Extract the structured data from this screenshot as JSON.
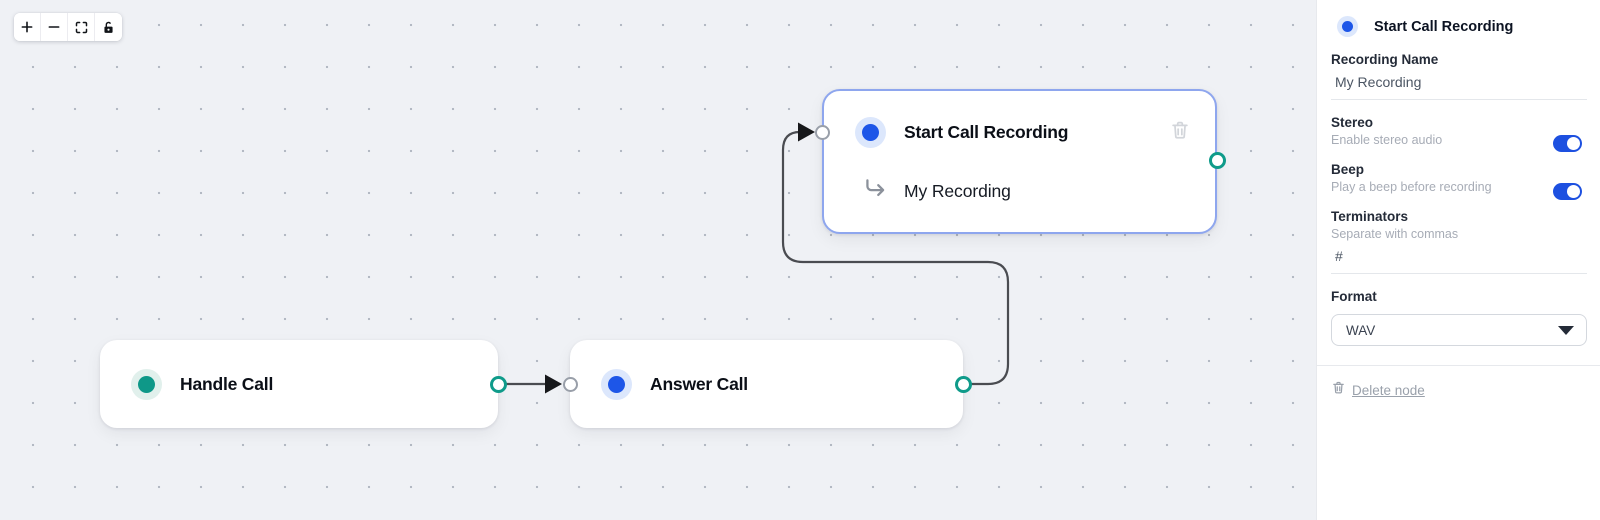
{
  "toolbar": {
    "buttons": [
      {
        "name": "zoom-in"
      },
      {
        "name": "zoom-out"
      },
      {
        "name": "fit-view"
      },
      {
        "name": "toggle-interactivity"
      }
    ]
  },
  "canvas": {
    "nodes": [
      {
        "id": "handle-call",
        "title": "Handle Call",
        "accent": "teal",
        "selected": false
      },
      {
        "id": "answer-call",
        "title": "Answer Call",
        "accent": "blue",
        "selected": false
      },
      {
        "id": "start-call-recording",
        "title": "Start Call Recording",
        "subtitle": "My Recording",
        "accent": "blue",
        "selected": true
      }
    ],
    "edges": [
      {
        "from": "handle-call",
        "to": "answer-call"
      },
      {
        "from": "answer-call",
        "to": "start-call-recording"
      }
    ]
  },
  "panel": {
    "title": "Start Call Recording",
    "fields": {
      "recording_name": {
        "label": "Recording Name",
        "value": "My Recording"
      },
      "stereo": {
        "label": "Stereo",
        "description": "Enable stereo audio",
        "enabled": true
      },
      "beep": {
        "label": "Beep",
        "description": "Play a beep before recording",
        "enabled": true
      },
      "terminators": {
        "label": "Terminators",
        "description": "Separate with commas",
        "value": "#"
      },
      "format": {
        "label": "Format",
        "value": "WAV"
      }
    },
    "delete_label": "Delete node"
  },
  "colors": {
    "accent_blue": "#1d56e8",
    "accent_teal": "#0e9888",
    "toggle_on": "#1d50e0",
    "selection_border": "#8ea6ee",
    "edge": "#4a4c51",
    "canvas_bg": "#eff1f5"
  }
}
